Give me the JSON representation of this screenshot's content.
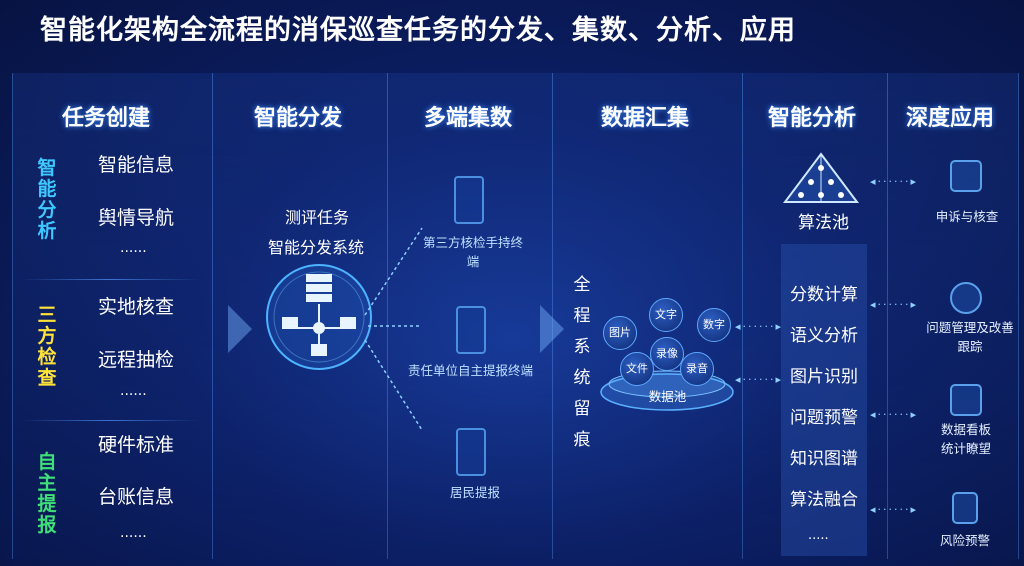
{
  "title": "智能化架构全流程的消保巡查任务的分发、集数、分析、应用",
  "columns": [
    "任务创建",
    "智能分发",
    "多端集数",
    "数据汇集",
    "智能分析",
    "深度应用"
  ],
  "task_creation": {
    "groups": [
      {
        "label": "智能分析",
        "color": "#3fc8ff",
        "items": [
          "智能信息",
          "舆情导航",
          "......"
        ]
      },
      {
        "label": "三方检查",
        "color": "#ffe23a",
        "items": [
          "实地核查",
          "远程抽检",
          "......"
        ]
      },
      {
        "label": "自主提报",
        "color": "#3fe07a",
        "items": [
          "硬件标准",
          "台账信息",
          "......"
        ]
      }
    ]
  },
  "distribution": {
    "line1": "测评任务",
    "line2": "智能分发系统"
  },
  "terminals": [
    "第三方核检手持终端",
    "责任单位自主提报终端",
    "居民提报"
  ],
  "aggregation": {
    "vertical_label": "全程系统留痕",
    "bubbles": [
      "图片",
      "文字",
      "数字",
      "录像",
      "文件",
      "录音"
    ],
    "pool_label": "数据池"
  },
  "analysis": {
    "algo_label": "算法池",
    "items": [
      "分数计算",
      "语义分析",
      "图片识别",
      "问题预警",
      "知识图谱",
      "算法融合",
      "....."
    ]
  },
  "applications": [
    "申诉与核查",
    "问题管理及改善跟踪",
    "数据看板统计瞭望",
    "风险预警"
  ]
}
